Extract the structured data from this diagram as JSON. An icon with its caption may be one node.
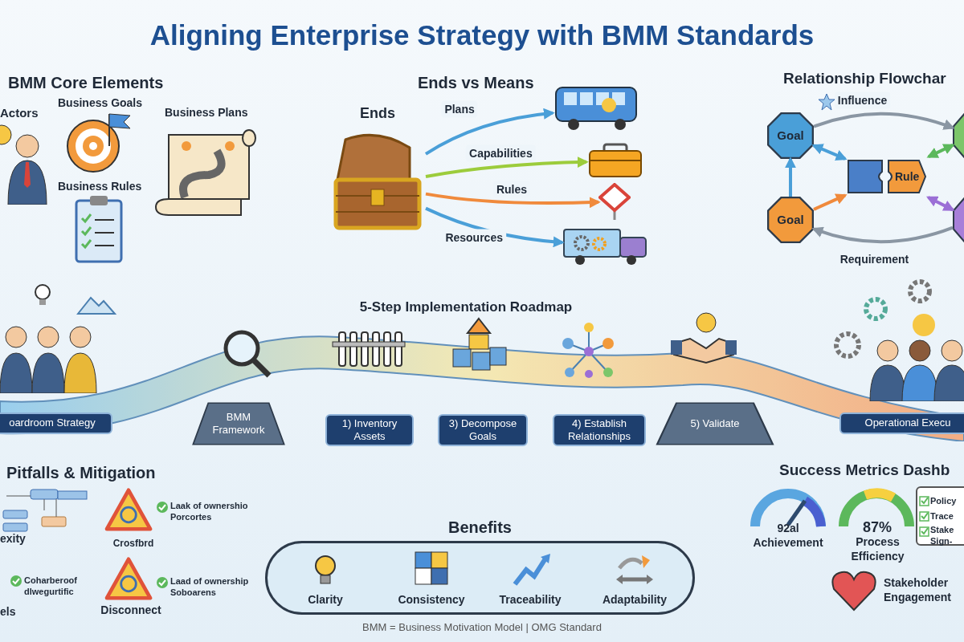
{
  "diagram": {
    "title": "Aligning Enterprise Strategy with BMM Standards",
    "caption": "BMM = Business Motivation Model | OMG Standard",
    "nodes": [
      {
        "text": [
          "Ends"
        ]
      },
      {
        "text": [],
        "shape": "picture"
      },
      {
        "text": [],
        "shape": "picture"
      },
      {
        "text": [],
        "shape": "picture"
      },
      {
        "text": [],
        "shape": "picture"
      },
      {
        "text": [
          "Goal"
        ]
      },
      {
        "text": [
          "Goal"
        ]
      },
      {
        "text": [
          "Rule"
        ]
      },
      {
        "text": [],
        "shape": "hexagon"
      },
      {
        "text": [],
        "shape": "hexagon"
      },
      {
        "text": [
          "oardroom Strategy"
        ]
      },
      {
        "text": [
          "BMM Framework"
        ]
      },
      {
        "text": [
          "1) Inventory Assets"
        ]
      },
      {
        "text": [
          "3) Decompose Goals"
        ]
      },
      {
        "text": [
          "4) Establish Relationships"
        ]
      },
      {
        "text": [
          "5) Validate"
        ]
      },
      {
        "text": [
          "Operational Execu"
        ]
      },
      {
        "text": [
          "Benefits"
        ]
      }
    ],
    "edges": [
      {
        "from": 0,
        "to": 1,
        "arrow": "to",
        "label": "Plans",
        "color": "#4a9fd8"
      },
      {
        "from": 0,
        "to": 2,
        "arrow": "to",
        "label": "Capabilities",
        "color": "#9ccc3c"
      },
      {
        "from": 0,
        "to": 3,
        "arrow": "to",
        "label": "Rules",
        "color": "#f08a3c"
      },
      {
        "from": 0,
        "to": 4,
        "arrow": "to",
        "label": "Resources",
        "color": "#4a9fd8"
      },
      {
        "from": 5,
        "to": 8,
        "arrow": "to",
        "label": "Influence"
      },
      {
        "from": 5,
        "to": 7,
        "arrow": "both",
        "color": "#4a9fd8"
      },
      {
        "from": 6,
        "to": 5,
        "arrow": "to",
        "color": "#4a9fd8"
      },
      {
        "from": 6,
        "to": 7,
        "arrow": "to",
        "color": "#f08a3c"
      },
      {
        "from": 8,
        "to": 7,
        "arrow": "both",
        "color": "#5cb85c"
      },
      {
        "from": 9,
        "to": 7,
        "arrow": "both",
        "color": "#9b6fd6"
      },
      {
        "from": 9,
        "to": 6,
        "arrow": "to",
        "label": "Requirement"
      }
    ],
    "labels": [
      "BMM Core Elements",
      "Actors",
      "Business Goals",
      "Business Plans",
      "Business Rules",
      "Ends vs Means",
      "Relationship Flowchar",
      "5-Step Implementation Roadmap",
      "Pitfalls & Mitigation",
      "exity",
      "Crosfbrd",
      "Laak of ownershio Porcortes",
      "Coharberoof dlwegurtific",
      "els",
      "Disconnect",
      "Laad of ownership Soboarens",
      "Clarity",
      "Consistency",
      "Traceability",
      "Adaptability",
      "Success Metrics Dashb",
      "92al Achievement",
      "87%",
      "Process Efficiency",
      "Stakeholder Engagement",
      "Policy",
      "Trace",
      "Stake Sign-"
    ]
  }
}
